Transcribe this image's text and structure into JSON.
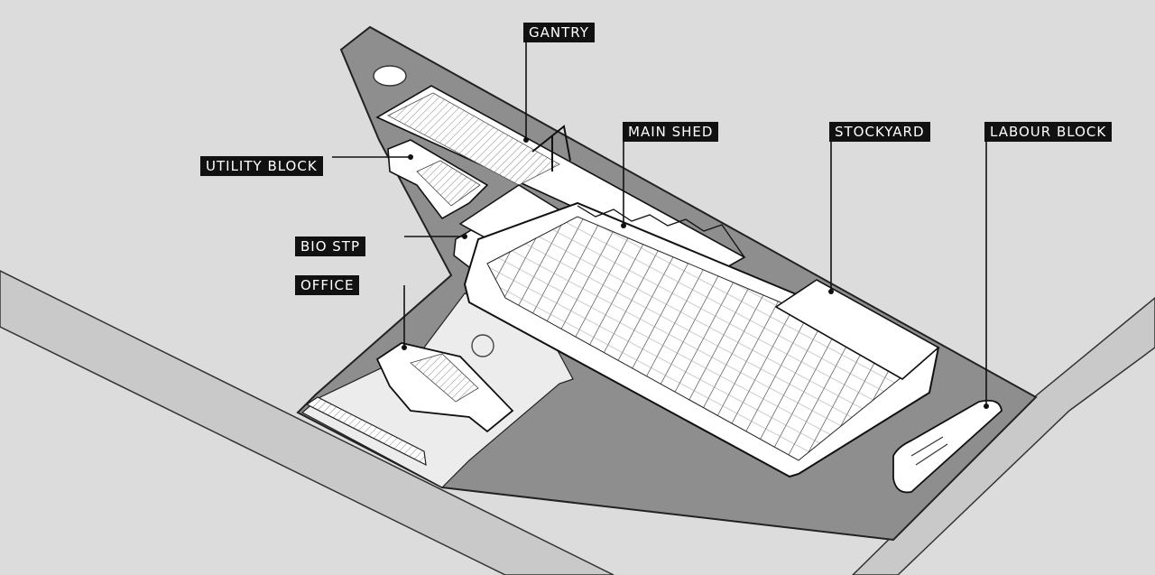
{
  "labels": {
    "gantry": "GANTRY",
    "main_shed": "MAIN SHED",
    "stockyard": "STOCKYARD",
    "labour_block": "LABOUR BLOCK",
    "utility_block": "UTILITY BLOCK",
    "bio_stp": "BIO STP",
    "office": "OFFICE"
  },
  "colors": {
    "ground": "#dcdcdc",
    "road": "#c9c9c9",
    "site_paving": "#8e8e8e",
    "building": "#ffffff",
    "outline": "#111111",
    "label_bg": "#111111",
    "label_text": "#ffffff"
  }
}
